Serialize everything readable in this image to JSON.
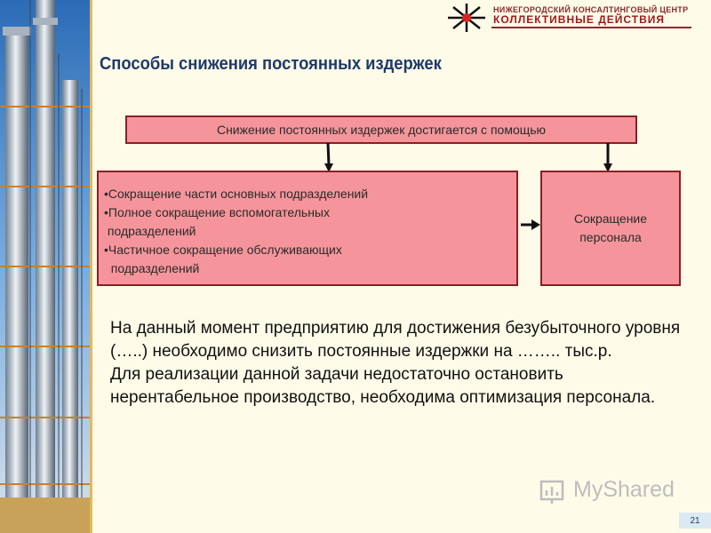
{
  "logo": {
    "line1": "НИЖЕГОРОДСКИЙ КОНСАЛТИНГОВЫЙ ЦЕНТР",
    "line2": "КОЛЛЕКТИВНЫЕ ДЕЙСТВИЯ"
  },
  "title": "Способы снижения постоянных издержек",
  "diagram": {
    "top": "Снижение постоянных издержек достигается с помощью",
    "left_items": [
      "•Сокращение части основных подразделений",
      "•Полное сокращение вспомогательных",
      " подразделений",
      "•Частичное сокращение обслуживающих",
      "  подразделений"
    ],
    "right_line1": "Сокращение",
    "right_line2": "персонала"
  },
  "body": {
    "p1": "На данный момент предприятию для достижения безубыточного уровня (…..) необходимо снизить постоянные издержки на …….. тыс.р.",
    "p2": "Для реализации данной задачи недостаточно остановить нерентабельное производство, необходима оптимизация персонала."
  },
  "watermark": "MyShared",
  "slide_number": "21",
  "colors": {
    "box_fill": "#f5959b",
    "box_border": "#8a1e24",
    "title": "#1f3a68",
    "background": "#fffbe9"
  }
}
